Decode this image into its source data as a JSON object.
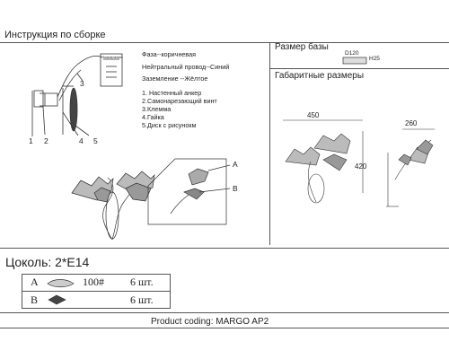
{
  "header": {
    "title": "Инструкция по сборке"
  },
  "wiring": {
    "lines": [
      "Фаза--коричневая",
      "Нейтральный провод--Синий",
      "Заземление --Жёлтое"
    ],
    "terminal_label": "Заземление"
  },
  "legend": {
    "items": [
      "1. Настенный анкер",
      "2.Самонарезающий винт",
      "3.Клемма",
      "4.Гайка",
      "5.Диск с рисунокм"
    ]
  },
  "callouts": {
    "n1": "1",
    "n2": "2",
    "n3": "3",
    "n4": "4",
    "n5": "5",
    "a": "A",
    "b": "B"
  },
  "base": {
    "title": "Размер базы",
    "diameter": "D120",
    "height": "H25"
  },
  "dims": {
    "title": "Габаритные размеры",
    "width": "450",
    "height": "420",
    "depth": "260"
  },
  "socket": {
    "label": "Цоколь: 2*Е14"
  },
  "parts": [
    {
      "letter": "A",
      "code": "100#",
      "qty": "6 шт."
    },
    {
      "letter": "B",
      "code": "",
      "qty": "6 шт."
    }
  ],
  "footer": {
    "product": "Product coding: MARGO AP2"
  }
}
